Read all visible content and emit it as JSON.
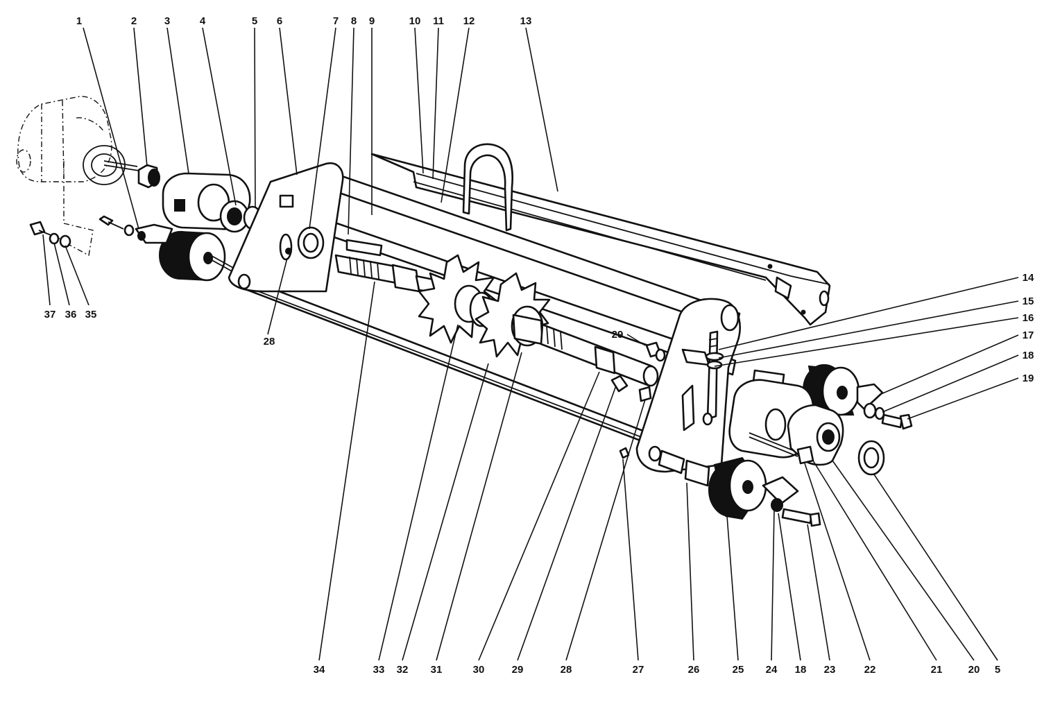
{
  "callouts_top": [
    "1",
    "2",
    "3",
    "4",
    "5",
    "6",
    "7",
    "8",
    "9",
    "10",
    "11",
    "12",
    "13"
  ],
  "callouts_right": [
    "14",
    "15",
    "16",
    "17",
    "18",
    "19"
  ],
  "callouts_bottom": [
    "34",
    "33",
    "32",
    "31",
    "30",
    "29",
    "28",
    "27",
    "26",
    "25",
    "24",
    "18",
    "23",
    "22",
    "21",
    "20",
    "5"
  ],
  "callouts_left": [
    "37",
    "36",
    "35"
  ],
  "callouts_inner": [
    "28",
    "29"
  ]
}
